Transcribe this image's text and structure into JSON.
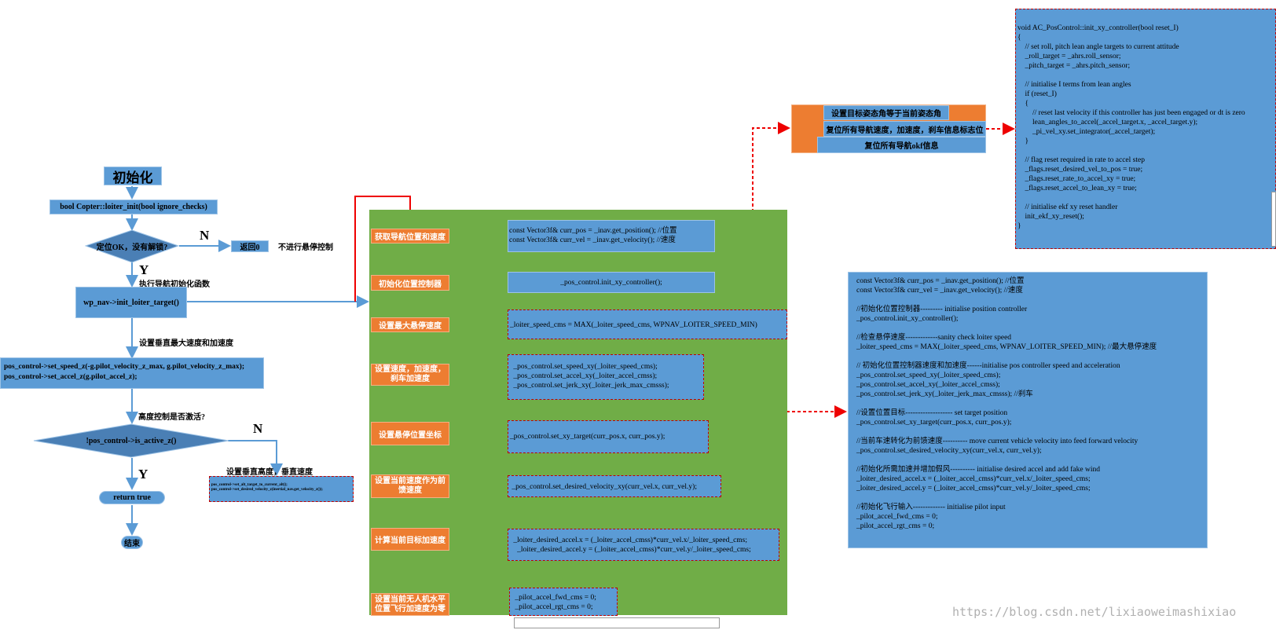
{
  "left_flow": {
    "start": "初始化",
    "loiter_init": "bool Copter::loiter_init(bool ignore_checks)",
    "decision_pos_ok": "定位OK，没有解锁?",
    "n_label_1": "N",
    "return_zero": "返回0",
    "no_loiter": "不进行悬停控制",
    "y_label_1": "Y",
    "exec_nav_init": "执行导航初始化函数",
    "wp_nav_init": "wp_nav->init_loiter_target()",
    "set_vert_max": "设置垂直最大速度和加速度",
    "set_speed_z": "pos_control->set_speed_z(-g.pilot_velocity_z_max, g.pilot_velocity_z_max);\npos_control->set_accel_z(g.pilot_accel_z);",
    "alt_active_q": "高度控制是否激活?",
    "decision_active_z": "!pos_control->is_active_z()",
    "n_label_2": "N",
    "y_label_2": "Y",
    "set_vert_height": "设置垂直高度，垂直速度",
    "set_alt_code": "pos_control->set_alt_target_to_current_alt();\npos_control->set_desired_velocity_z(inertial_nav.get_velocity_z());",
    "return_true": "return true",
    "end": "结束"
  },
  "middle_steps": [
    {
      "label": "获取导航位置和速度",
      "code": "const Vector3f& curr_pos = _inav.get_position(); //位置\nconst Vector3f& curr_vel = _inav.get_velocity(); //速度"
    },
    {
      "label": "初始化位置控制器",
      "code": "_pos_control.init_xy_controller();"
    },
    {
      "label": "设置最大悬停速度",
      "code": "_loiter_speed_cms = MAX(_loiter_speed_cms, WPNAV_LOITER_SPEED_MIN)"
    },
    {
      "label": "设置速度，加速度，\n刹车加速度",
      "code": " _pos_control.set_speed_xy(_loiter_speed_cms);\n _pos_control.set_accel_xy(_loiter_accel_cmss);\n _pos_control.set_jerk_xy(_loiter_jerk_max_cmsss);"
    },
    {
      "label": "设置悬停位置坐标",
      "code": "_pos_control.set_xy_target(curr_pos.x, curr_pos.y);"
    },
    {
      "label": "设置当前速度作为前\n馈速度",
      "code": " _pos_control.set_desired_velocity_xy(curr_vel.x, curr_vel.y);"
    },
    {
      "label": "计算当前目标加速度",
      "code": " _loiter_desired_accel.x = (_loiter_accel_cmss)*curr_vel.x/_loiter_speed_cms;\n   _loiter_desired_accel.y = (_loiter_accel_cmss)*curr_vel.y/_loiter_speed_cms;"
    },
    {
      "label": "设置当前无人机水平\n位置飞行加速度为零",
      "code": " _pilot_accel_fwd_cms = 0;\n _pilot_accel_rgt_cms = 0;"
    }
  ],
  "reset_box": {
    "line1": "设置目标姿态角等于当前姿态角",
    "line2": "复位所有导航速度，加速度，刹车信息标志位",
    "line3": "复位所有导航okf信息"
  },
  "init_xy_code": "void AC_PosControl::init_xy_controller(bool reset_I)\n{\n    // set roll, pitch lean angle targets to current attitude\n    _roll_target = _ahrs.roll_sensor;\n    _pitch_target = _ahrs.pitch_sensor;\n\n    // initialise I terms from lean angles\n    if (reset_I)\n    {\n        // reset last velocity if this controller has just been engaged or dt is zero\n        lean_angles_to_accel(_accel_target.x, _accel_target.y);\n        _pi_vel_xy.set_integrator(_accel_target);\n    }\n\n    // flag reset required in rate to accel step\n    _flags.reset_desired_vel_to_pos = true;\n    _flags.reset_rate_to_accel_xy = true;\n    _flags.reset_accel_to_lean_xy = true;\n\n    // initialise ekf xy reset handler\n    init_ekf_xy_reset();\n}",
  "summary_code": "const Vector3f& curr_pos = _inav.get_position(); //位置\nconst Vector3f& curr_vel = _inav.get_velocity(); //速度\n\n//初始化位置控制器--------- initialise position controller\n_pos_control.init_xy_controller();\n\n//检查悬停速度-------------sanity check loiter speed\n_loiter_speed_cms = MAX(_loiter_speed_cms, WPNAV_LOITER_SPEED_MIN); //最大悬停速度\n\n// 初始化位置控制器速度和加速度------initialise pos controller speed and acceleration\n_pos_control.set_speed_xy(_loiter_speed_cms);\n_pos_control.set_accel_xy(_loiter_accel_cmss);\n_pos_control.set_jerk_xy(_loiter_jerk_max_cmsss); //刹车\n\n//设置位置目标------------------- set target position\n_pos_control.set_xy_target(curr_pos.x, curr_pos.y);\n\n//当前车速转化为前馈速度---------- move current vehicle velocity into feed forward velocity\n_pos_control.set_desired_velocity_xy(curr_vel.x, curr_vel.y);\n\n//初始化所需加速并增加假风---------- initialise desired accel and add fake wind\n_loiter_desired_accel.x = (_loiter_accel_cmss)*curr_vel.x/_loiter_speed_cms;\n_loiter_desired_accel.y = (_loiter_accel_cmss)*curr_vel.y/_loiter_speed_cms;\n\n//初始化飞行输入------------- initialise pilot input\n_pilot_accel_fwd_cms = 0;\n_pilot_accel_rgt_cms = 0;",
  "watermark": "https://blog.csdn.net/lixiaoweimashixiao"
}
